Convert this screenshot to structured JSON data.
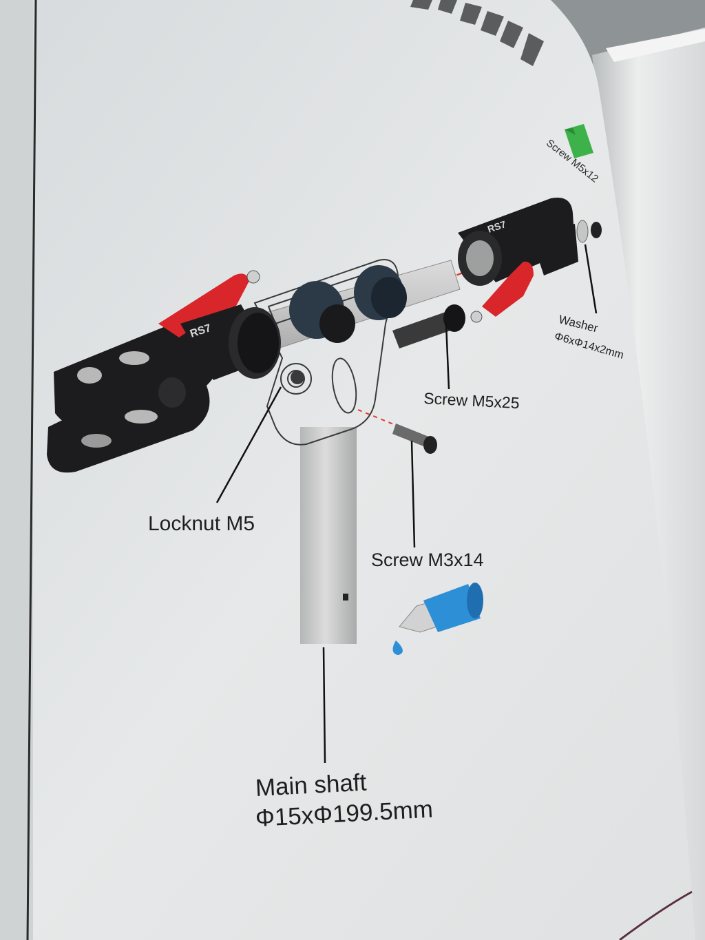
{
  "labels": {
    "screw_m5x12": "Screw M5x12",
    "washer_line1": "Washer",
    "washer_line2": "Φ6xΦ14x2mm",
    "screw_m5x25": "Screw M5x25",
    "locknut_m5": "Locknut M5",
    "screw_m3x14": "Screw M3x14",
    "main_shaft_line1": "Main shaft",
    "main_shaft_line2": "Φ15xΦ199.5mm"
  },
  "brand_marks": [
    "RS7",
    "RS7"
  ],
  "colors": {
    "page": "#e3e6e7",
    "anodized_red": "#d8262b",
    "black_part": "#1c1c1e",
    "shaft": "#c9caca",
    "thread_lock_blue": "#2d8fd6",
    "center_line": "#e03a2e"
  },
  "icons": [
    "thread-locker-bottle-icon",
    "glue-drop-icon",
    "green-corner-tab-icon"
  ]
}
